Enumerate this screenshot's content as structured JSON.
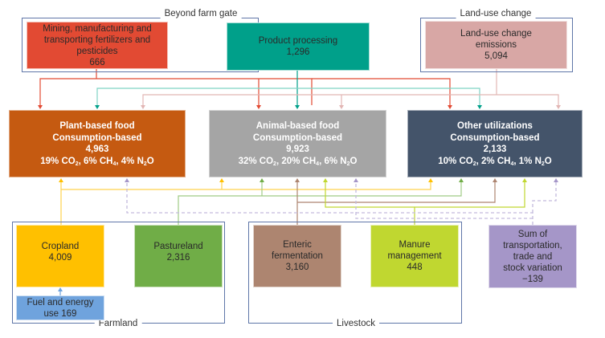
{
  "groups": {
    "beyond_farm_gate": "Beyond farm gate",
    "land_use_change": "Land-use change",
    "farmland": "Farmland",
    "livestock": "Livestock"
  },
  "sources": {
    "fertilizers": {
      "label_lines": [
        "Mining, manufacturing and",
        "transporting fertilizers and",
        "pesticides"
      ],
      "value": "666",
      "color": "#e24a33"
    },
    "processing": {
      "label_lines": [
        "Product processing"
      ],
      "value": "1,296",
      "color": "#00a08a"
    },
    "land_use": {
      "label_lines": [
        "Land-use change",
        "emissions"
      ],
      "value": "5,094",
      "color": "#d8a7a5"
    },
    "cropland": {
      "label_lines": [
        "Cropland"
      ],
      "value": "4,009",
      "color": "#ffc000"
    },
    "pastureland": {
      "label_lines": [
        "Pastureland"
      ],
      "value": "2,316",
      "color": "#70ad47"
    },
    "fuel": {
      "label_lines": [
        "Fuel and energy",
        "use 169"
      ],
      "value": "",
      "color": "#6fa3dd"
    },
    "enteric": {
      "label_lines": [
        "Enteric",
        "fermentation"
      ],
      "value": "3,160",
      "color": "#ad8570"
    },
    "manure": {
      "label_lines": [
        "Manure",
        "management"
      ],
      "value": "448",
      "color": "#c0d730"
    },
    "transport": {
      "label_lines": [
        "Sum of",
        "transportation,",
        "trade and",
        "stock variation"
      ],
      "value": "−139",
      "color": "#a596c8"
    }
  },
  "sinks": {
    "plant": {
      "title": "Plant-based food",
      "subtitle": "Consumption-based",
      "value": "4,963",
      "gases": [
        {
          "pct": "19%",
          "gas": "CO",
          "sub": "2"
        },
        {
          "pct": "6%",
          "gas": "CH",
          "sub": "4"
        },
        {
          "pct": "4%",
          "gas": "N",
          "sub": "2",
          "suffix": "O"
        }
      ],
      "color": "#c55a11"
    },
    "animal": {
      "title": "Animal-based food",
      "subtitle": "Consumption-based",
      "value": "9,923",
      "gases": [
        {
          "pct": "32%",
          "gas": "CO",
          "sub": "2"
        },
        {
          "pct": "20%",
          "gas": "CH",
          "sub": "4"
        },
        {
          "pct": "6%",
          "gas": "N",
          "sub": "2",
          "suffix": "O"
        }
      ],
      "color": "#a5a5a5"
    },
    "other": {
      "title": "Other utilizations",
      "subtitle": "Consumption-based",
      "value": "2,133",
      "gases": [
        {
          "pct": "10%",
          "gas": "CO",
          "sub": "2"
        },
        {
          "pct": "2%",
          "gas": "CH",
          "sub": "4"
        },
        {
          "pct": "1%",
          "gas": "N",
          "sub": "2",
          "suffix": "O"
        }
      ],
      "color": "#44546a"
    }
  },
  "connector_colors": {
    "fertilizers": "#e24a33",
    "processing": "#00a08a",
    "processing_line": "#7fd3c4",
    "land_use": "#e2b6b4",
    "cropland": "#ffc000",
    "cropland_line": "#ffd24d",
    "pastureland": "#70ad47",
    "pastureland_line": "#9fcb85",
    "enteric": "#ad8570",
    "manure": "#c0d730",
    "transport": "#a596c8",
    "transport_line": "#c4bbdd",
    "fuel": "#6fa3dd",
    "frame": "#5f76a8"
  }
}
